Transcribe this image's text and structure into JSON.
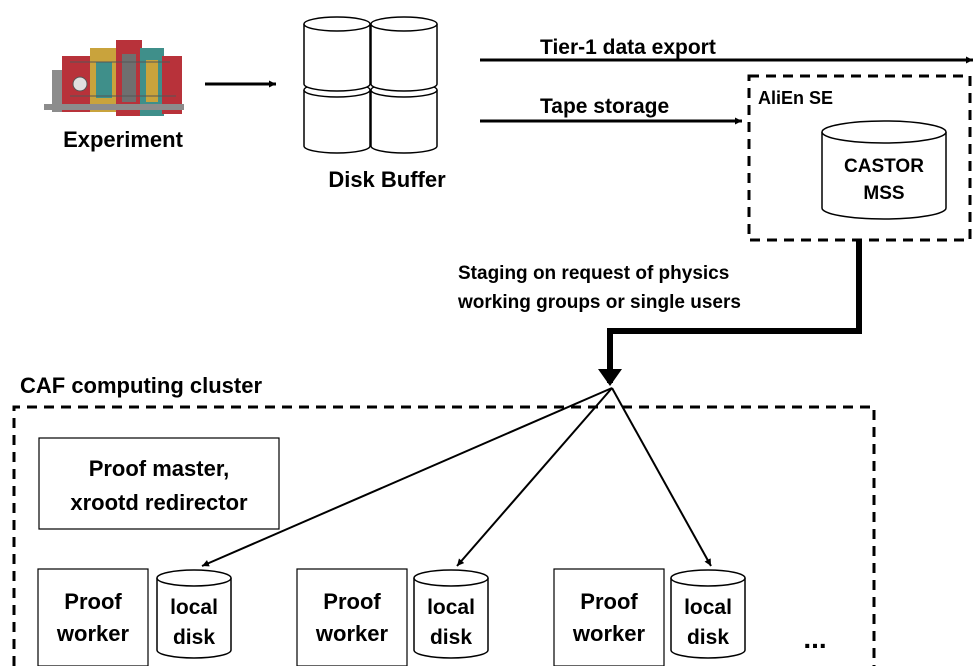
{
  "experiment": {
    "label": "Experiment",
    "icon": "detector-icon"
  },
  "disk_buffer": {
    "label": "Disk Buffer"
  },
  "flows": {
    "tier1_export": "Tier-1 data export",
    "tape_storage": "Tape storage",
    "staging_line1": "Staging on request of physics",
    "staging_line2": "working groups or single users"
  },
  "alien_se": {
    "label": "AliEn SE",
    "mss_line1": "CASTOR",
    "mss_line2": "MSS"
  },
  "caf": {
    "label": "CAF computing cluster",
    "master_line1": "Proof master,",
    "master_line2": "xrootd redirector",
    "workers": [
      {
        "line1": "Proof",
        "line2": "worker",
        "disk_line1": "local",
        "disk_line2": "disk"
      },
      {
        "line1": "Proof",
        "line2": "worker",
        "disk_line1": "local",
        "disk_line2": "disk"
      },
      {
        "line1": "Proof",
        "line2": "worker",
        "disk_line1": "local",
        "disk_line2": "disk"
      }
    ],
    "ellipsis": "..."
  },
  "colors": {
    "ink": "#000000",
    "detector_red": "#b8323a",
    "detector_teal": "#3f8f8a",
    "detector_gray": "#8c8c8c",
    "detector_yellow": "#c9a33c"
  }
}
